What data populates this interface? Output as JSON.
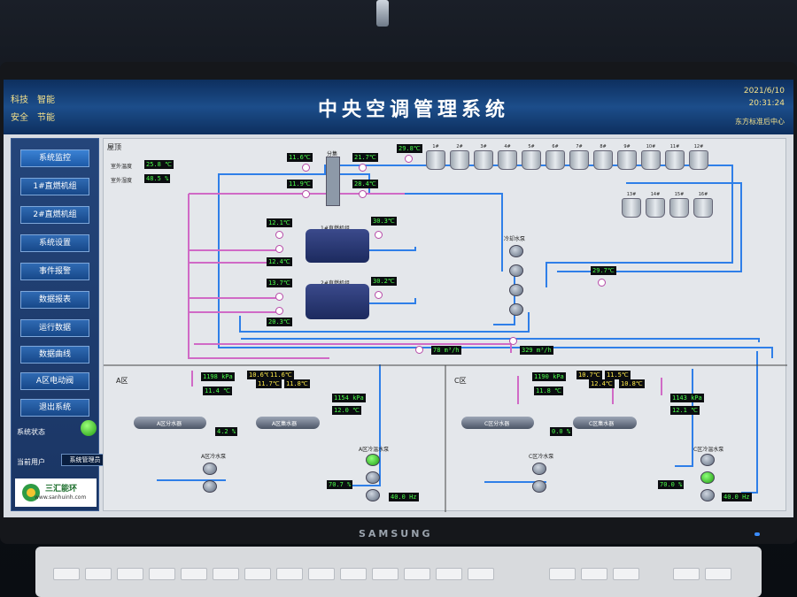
{
  "header": {
    "left_row1": [
      "科技",
      "智能"
    ],
    "left_row2": [
      "安全",
      "节能"
    ],
    "title": "中央空调管理系统",
    "date": "2021/6/10",
    "time": "20:31:24",
    "company": "东方标准后中心"
  },
  "sidebar": {
    "items": [
      {
        "label": "系统监控"
      },
      {
        "label": "1#直燃机组"
      },
      {
        "label": "2#直燃机组"
      },
      {
        "label": "系统设置"
      },
      {
        "label": "事件报警"
      },
      {
        "label": "数据报表"
      },
      {
        "label": "运行数据"
      },
      {
        "label": "数据曲线"
      },
      {
        "label": "A区电动阀"
      },
      {
        "label": "退出系统"
      }
    ],
    "system_status_label": "系统状态",
    "current_user_label": "当前用户",
    "current_user": "系统管理员",
    "logo_name": "三汇能环",
    "logo_url": "www.sanhuinh.com"
  },
  "main": {
    "section_top": "屋顶",
    "outdoor_temp_label": "室外温度",
    "outdoor_temp": "25.8 ℃",
    "outdoor_hum_label": "室外湿度",
    "outdoor_hum": "48.5 %",
    "splitter_label": "分集",
    "top_vals": [
      "11.6℃",
      "21.7℃",
      "11.9℃",
      "28.4℃",
      "29.8℃"
    ],
    "chiller1_label": "1#直燃机组",
    "chiller1_vals": [
      "12.1℃",
      "30.3℃",
      "12.4℃"
    ],
    "chiller2_label": "2#直燃机组",
    "chiller2_vals": [
      "13.7℃",
      "30.2℃",
      "20.3℃"
    ],
    "cooling_pump_label": "冷却水泵",
    "cooling_return": "29.7℃",
    "flow1": "78 m³/h",
    "flow2": "329 m³/h",
    "tower_labels": [
      "1#",
      "2#",
      "3#",
      "4#",
      "5#",
      "6#",
      "7#",
      "8#",
      "9#",
      "10#",
      "11#",
      "12#",
      "13#",
      "14#",
      "15#",
      "16#"
    ],
    "zone_a": {
      "label": "A区",
      "pressure1": "1198 kPa",
      "temp1": "11.4 ℃",
      "small_vals": [
        "10.6℃",
        "11.7℃",
        "11.6℃",
        "11.8℃"
      ],
      "pressure2": "1154 kPa",
      "temp2": "12.0 ℃",
      "dist_label": "A区分水器",
      "coll_label": "A区集水器",
      "valve_pct": "4.2 %",
      "pump_label": "A区冷水泵",
      "hot_pump_label": "A区冷温水泵",
      "pct2": "70.7 %",
      "freq": "40.0 Hz"
    },
    "zone_c": {
      "label": "C区",
      "pressure1": "1190 kPa",
      "temp1": "11.8 ℃",
      "small_vals": [
        "10.7℃",
        "12.4℃",
        "11.5℃",
        "10.8℃"
      ],
      "pressure2": "1143 kPa",
      "temp2": "12.1 ℃",
      "dist_label": "C区分水器",
      "coll_label": "C区集水器",
      "valve_pct": "0.0 %",
      "pump_label": "C区冷水泵",
      "hot_pump_label": "C区冷温水泵",
      "pct2": "70.0 %",
      "freq": "40.0 Hz"
    }
  },
  "monitor_brand": "SAMSUNG",
  "colors": {
    "pipe_blue": "#2f7fe8",
    "pipe_pink": "#d06ac6",
    "header_bg": "#1c4d8a",
    "value_green": "#4cff4c"
  }
}
